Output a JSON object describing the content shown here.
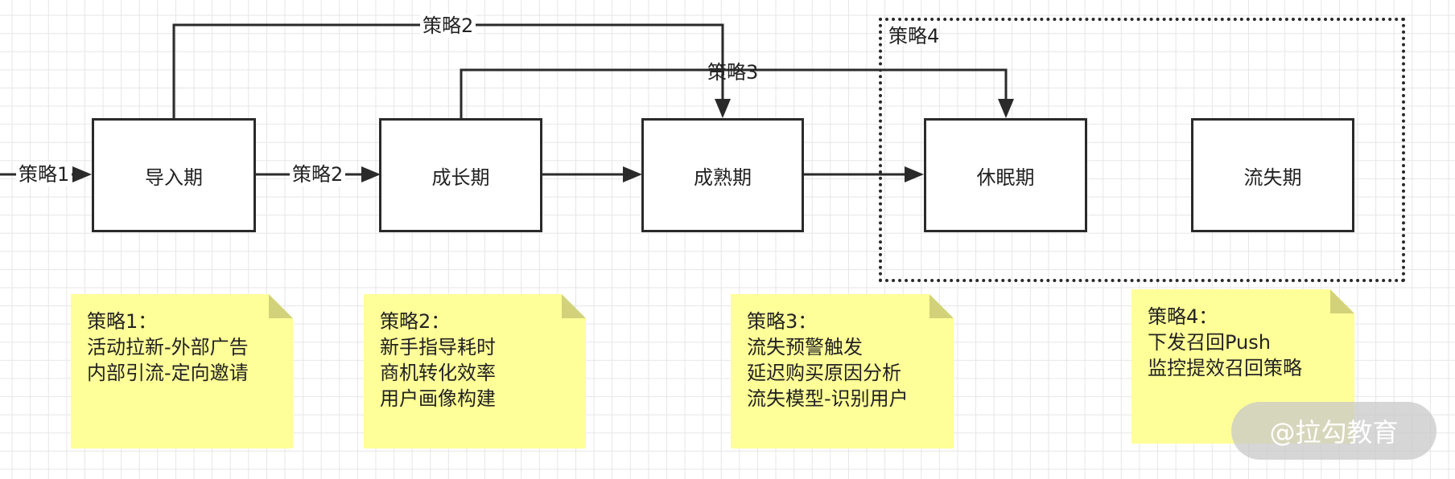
{
  "stages": {
    "intro": "导入期",
    "growth": "成长期",
    "mature": "成熟期",
    "dormant": "休眠期",
    "churn": "流失期"
  },
  "edge_labels": {
    "into_intro": "策略1",
    "intro_to_growth": "策略2",
    "intro_to_mature": "策略2",
    "growth_to_dormant": "策略3"
  },
  "group": {
    "label": "策略4"
  },
  "notes": [
    {
      "title": "策略1：",
      "lines": [
        "活动拉新-外部广告",
        "内部引流-定向邀请"
      ]
    },
    {
      "title": "策略2：",
      "lines": [
        "新手指导耗时",
        "商机转化效率",
        "用户画像构建"
      ]
    },
    {
      "title": "策略3：",
      "lines": [
        "流失预警触发",
        "延迟购买原因分析",
        "流失模型-识别用户"
      ]
    },
    {
      "title": "策略4：",
      "lines": [
        "下发召回Push",
        "监控提效召回策略"
      ]
    }
  ],
  "watermark": "@拉勾教育"
}
